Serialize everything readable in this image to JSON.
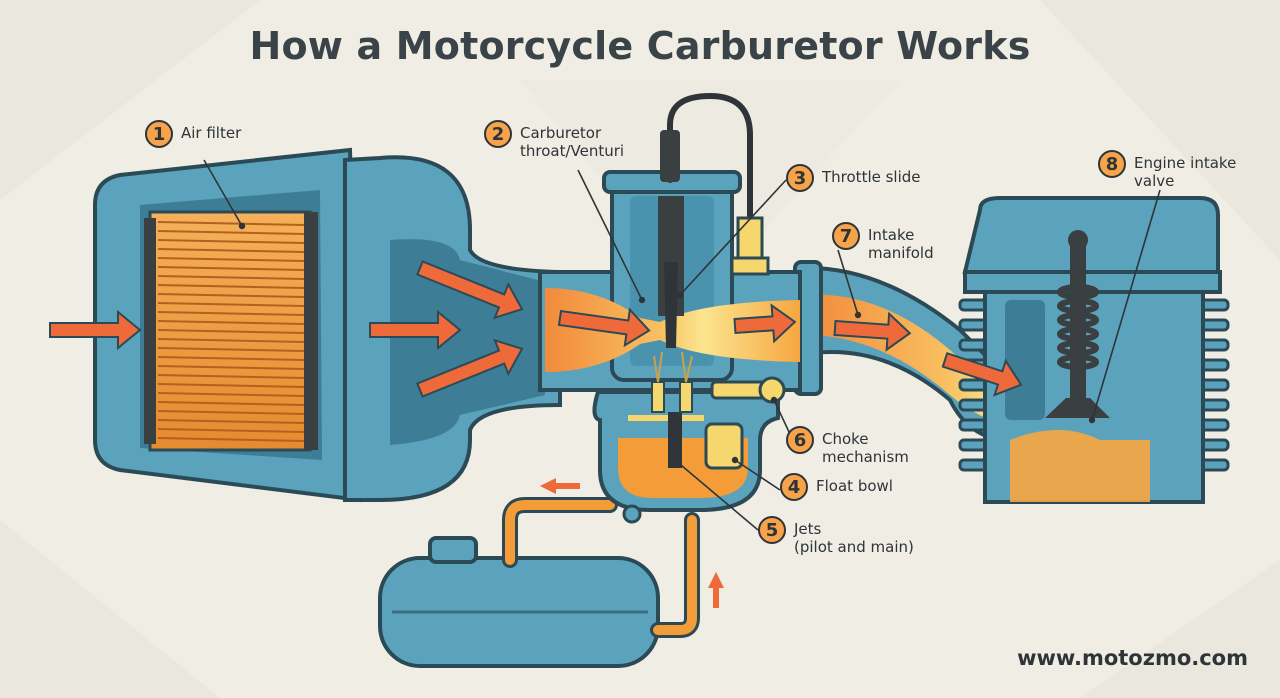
{
  "title": "How a Motorcycle Carburetor Works",
  "callouts": [
    {
      "number": "1",
      "label": "Air filter"
    },
    {
      "number": "2",
      "label": "Carburetor\nthroat/Venturi"
    },
    {
      "number": "3",
      "label": "Throttle slide"
    },
    {
      "number": "4",
      "label": "Float bowl"
    },
    {
      "number": "5",
      "label": "Jets\n(pilot and main)"
    },
    {
      "number": "6",
      "label": "Choke\nmechanism"
    },
    {
      "number": "7",
      "label": "Intake\nmanifold"
    },
    {
      "number": "8",
      "label": "Engine intake\nvalve"
    }
  ],
  "website": "www.motozmo.com",
  "colors": {
    "background": "#efede4",
    "metal": "#5ba3bd",
    "metal_dark": "#2e5f72",
    "outline": "#2b4a56",
    "air_arrow": "#ef6a3a",
    "fuel": "#f39c38",
    "mixture": "#f5d76e",
    "badge": "#f6a34a",
    "text": "#2e3438"
  }
}
